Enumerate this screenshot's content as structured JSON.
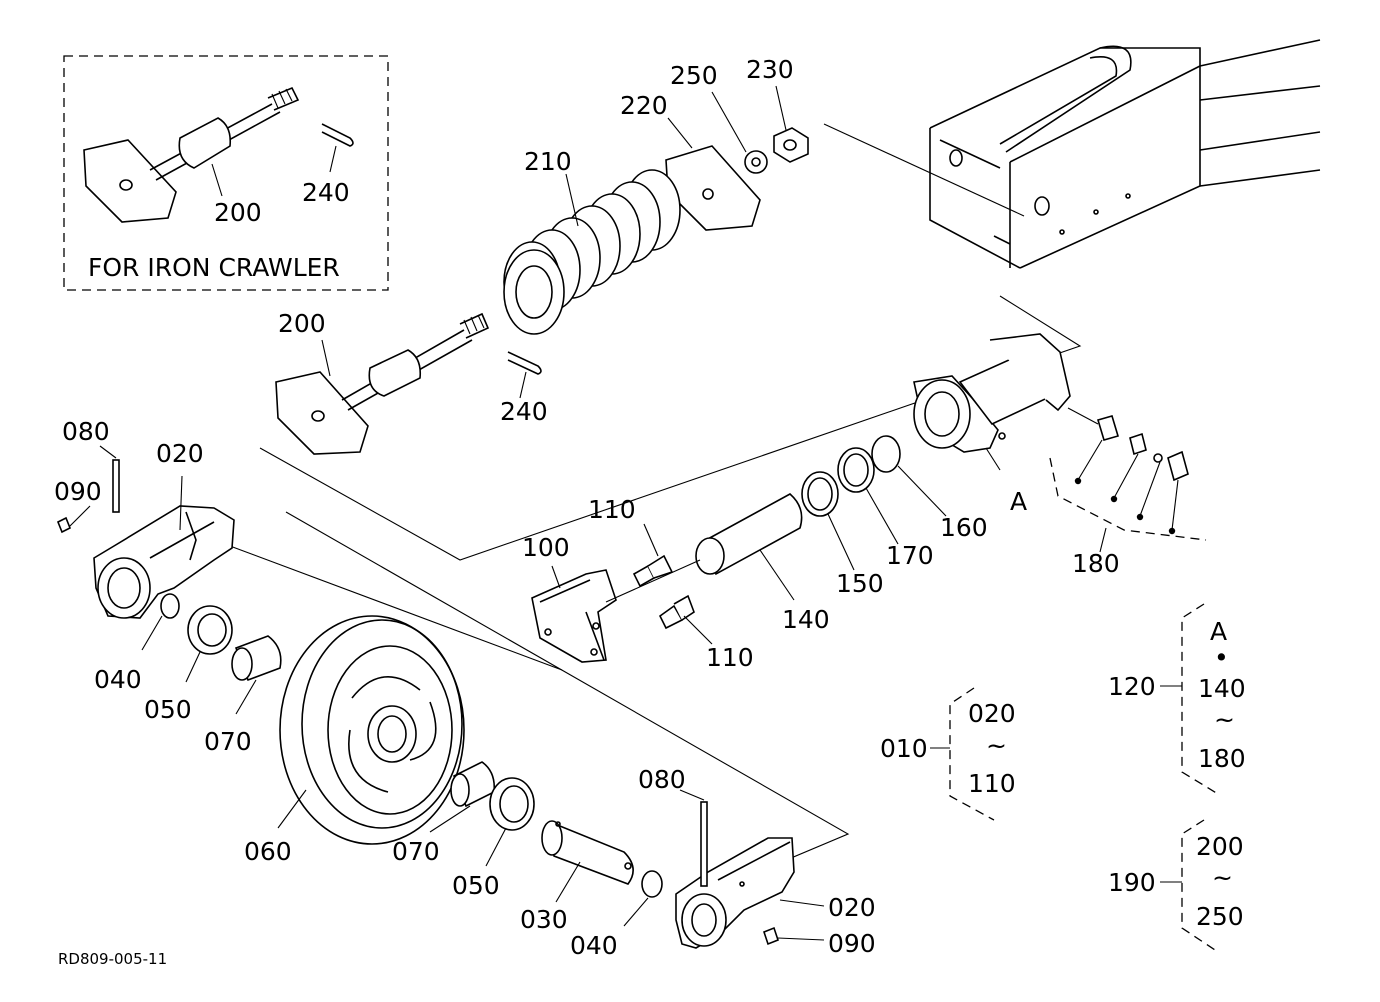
{
  "inset": {
    "caption": "FOR IRON CRAWLER",
    "label_200": "200",
    "label_240": "240"
  },
  "labels": {
    "l230": "230",
    "l250": "250",
    "l220": "220",
    "l210": "210",
    "l200": "200",
    "l240": "240",
    "l080a": "080",
    "l020a": "020",
    "l090a": "090",
    "l110a": "110",
    "l100": "100",
    "l110b": "110",
    "l140": "140",
    "l150": "150",
    "l170": "170",
    "l160": "160",
    "lA": "A",
    "l180": "180",
    "l040a": "040",
    "l050a": "050",
    "l070a": "070",
    "l060": "060",
    "l070b": "070",
    "l050b": "050",
    "l030": "030",
    "l040b": "040",
    "l080b": "080",
    "l020b": "020",
    "l090b": "090"
  },
  "groups": {
    "g010": {
      "id": "010",
      "from": "020",
      "tilde": "~",
      "to": "110"
    },
    "g120": {
      "id": "120",
      "first": "A",
      "sep": "•",
      "from": "140",
      "tilde": "~",
      "to": "180"
    },
    "g190": {
      "id": "190",
      "from": "200",
      "tilde": "~",
      "to": "250"
    }
  },
  "drawing_code": "RD809-005-11"
}
